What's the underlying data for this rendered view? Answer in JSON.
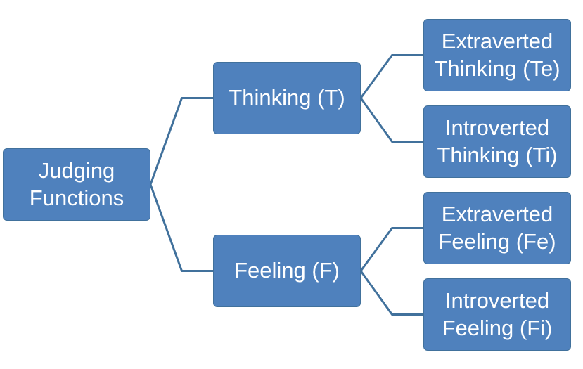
{
  "colors": {
    "node_fill": "#4f81bd",
    "node_border": "#41719c",
    "connector": "#41719c",
    "text": "#ffffff"
  },
  "nodes": {
    "root": {
      "line1": "Judging",
      "line2": "Functions"
    },
    "thinking": {
      "label": "Thinking (T)"
    },
    "feeling": {
      "label": "Feeling (F)"
    },
    "te": {
      "line1": "Extraverted",
      "line2": "Thinking (Te)"
    },
    "ti": {
      "line1": "Introverted",
      "line2": "Thinking (Ti)"
    },
    "fe": {
      "line1": "Extraverted",
      "line2": "Feeling (Fe)"
    },
    "fi": {
      "line1": "Introverted",
      "line2": "Feeling (Fi)"
    }
  },
  "edges": [
    {
      "from": "root",
      "to": "thinking"
    },
    {
      "from": "root",
      "to": "feeling"
    },
    {
      "from": "thinking",
      "to": "te"
    },
    {
      "from": "thinking",
      "to": "ti"
    },
    {
      "from": "feeling",
      "to": "fe"
    },
    {
      "from": "feeling",
      "to": "fi"
    }
  ]
}
